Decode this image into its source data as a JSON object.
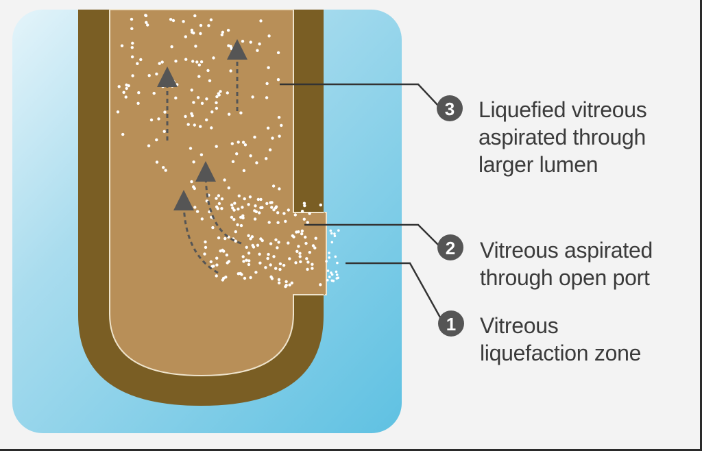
{
  "callouts": [
    {
      "number": "1",
      "lines": [
        "Vitreous",
        "liquefaction zone"
      ]
    },
    {
      "number": "2",
      "lines": [
        "Vitreous aspirated",
        "through open port"
      ]
    },
    {
      "number": "3",
      "lines": [
        "Liquefied vitreous",
        "aspirated through",
        "larger lumen"
      ]
    }
  ],
  "colors": {
    "background_panel": "#74c7e3",
    "probe_wall": "#7a5e24",
    "probe_lumen": "#b88f58",
    "particles": "#ffffff",
    "callout_badge": "#555555",
    "leader_lines": "#333333"
  },
  "icons": {
    "flow_arrows": "dashed-arrow-icon",
    "callout_badge": "numbered-circle-icon"
  }
}
